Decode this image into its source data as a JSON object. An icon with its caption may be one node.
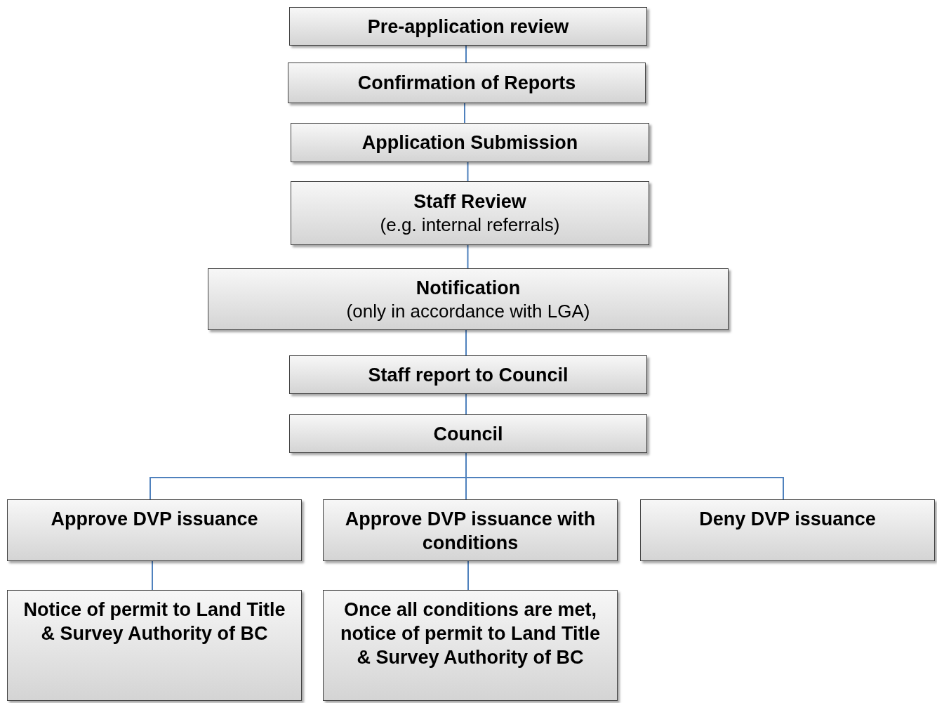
{
  "diagram": {
    "nodes": [
      {
        "text": [
          "Pre-application review"
        ]
      },
      {
        "text": [
          "Confirmation of Reports"
        ]
      },
      {
        "text": [
          "Application Submission"
        ]
      },
      {
        "text": [
          "Staff Review",
          "(e.g. internal referrals)"
        ]
      },
      {
        "text": [
          "Notification",
          "(only in accordance with LGA)"
        ]
      },
      {
        "text": [
          "Staff report to Council"
        ]
      },
      {
        "text": [
          "Council"
        ]
      },
      {
        "text": [
          "Approve DVP issuance"
        ]
      },
      {
        "text": [
          "Approve DVP issuance with conditions"
        ]
      },
      {
        "text": [
          "Deny DVP issuance"
        ]
      },
      {
        "text": [
          "Notice of permit to Land Title & Survey Authority of BC"
        ]
      },
      {
        "text": [
          "Once all conditions are met, notice of permit to Land Title & Survey Authority of BC"
        ]
      }
    ],
    "edges": [
      {
        "from": 0,
        "to": 1,
        "arrow": "none"
      },
      {
        "from": 1,
        "to": 2,
        "arrow": "none"
      },
      {
        "from": 2,
        "to": 3,
        "arrow": "none"
      },
      {
        "from": 3,
        "to": 4,
        "arrow": "none"
      },
      {
        "from": 4,
        "to": 5,
        "arrow": "none"
      },
      {
        "from": 5,
        "to": 6,
        "arrow": "none"
      },
      {
        "from": 6,
        "to": 7,
        "arrow": "none"
      },
      {
        "from": 6,
        "to": 8,
        "arrow": "none"
      },
      {
        "from": 6,
        "to": 9,
        "arrow": "none"
      },
      {
        "from": 7,
        "to": 10,
        "arrow": "none"
      },
      {
        "from": 8,
        "to": 11,
        "arrow": "none"
      }
    ]
  }
}
